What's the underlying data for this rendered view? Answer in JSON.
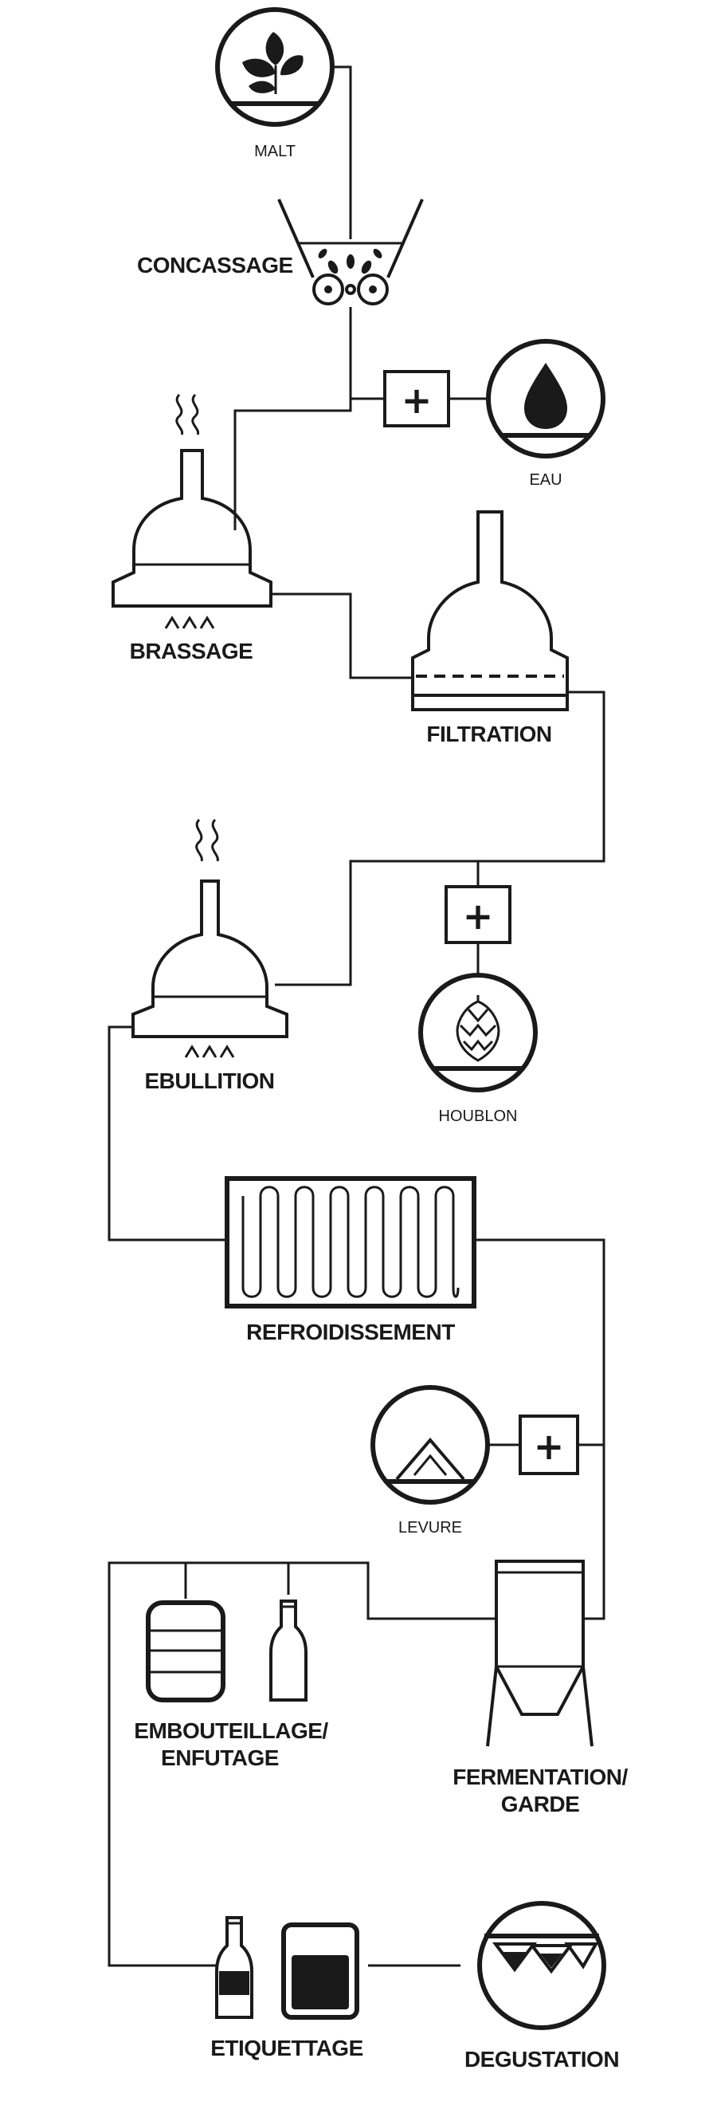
{
  "diagram": {
    "inputs": {
      "malt": "MALT",
      "eau": "EAU",
      "houblon": "HOUBLON",
      "levure": "LEVURE"
    },
    "steps": {
      "concassage": "CONCASSAGE",
      "brassage": "BRASSAGE",
      "filtration": "FILTRATION",
      "ebullition": "EBULLITION",
      "refroidissement": "REFROIDISSEMENT",
      "fermentation_1": "FERMENTATION/",
      "fermentation_2": "GARDE",
      "embouteillage_1": "EMBOUTEILLAGE/",
      "embouteillage_2": "ENFUTAGE",
      "etiquettage": "ETIQUETTAGE",
      "degustation": "DEGUSTATION"
    },
    "plus_symbol": "+"
  },
  "icons": [
    "leaves-icon",
    "water-drop-icon",
    "hop-cone-icon",
    "yeast-icon",
    "grain-mill-icon",
    "mash-tun-icon",
    "lauter-tun-icon",
    "boil-kettle-icon",
    "heat-exchanger-icon",
    "fermenter-icon",
    "keg-icon",
    "bottle-icon",
    "glass-icon"
  ]
}
